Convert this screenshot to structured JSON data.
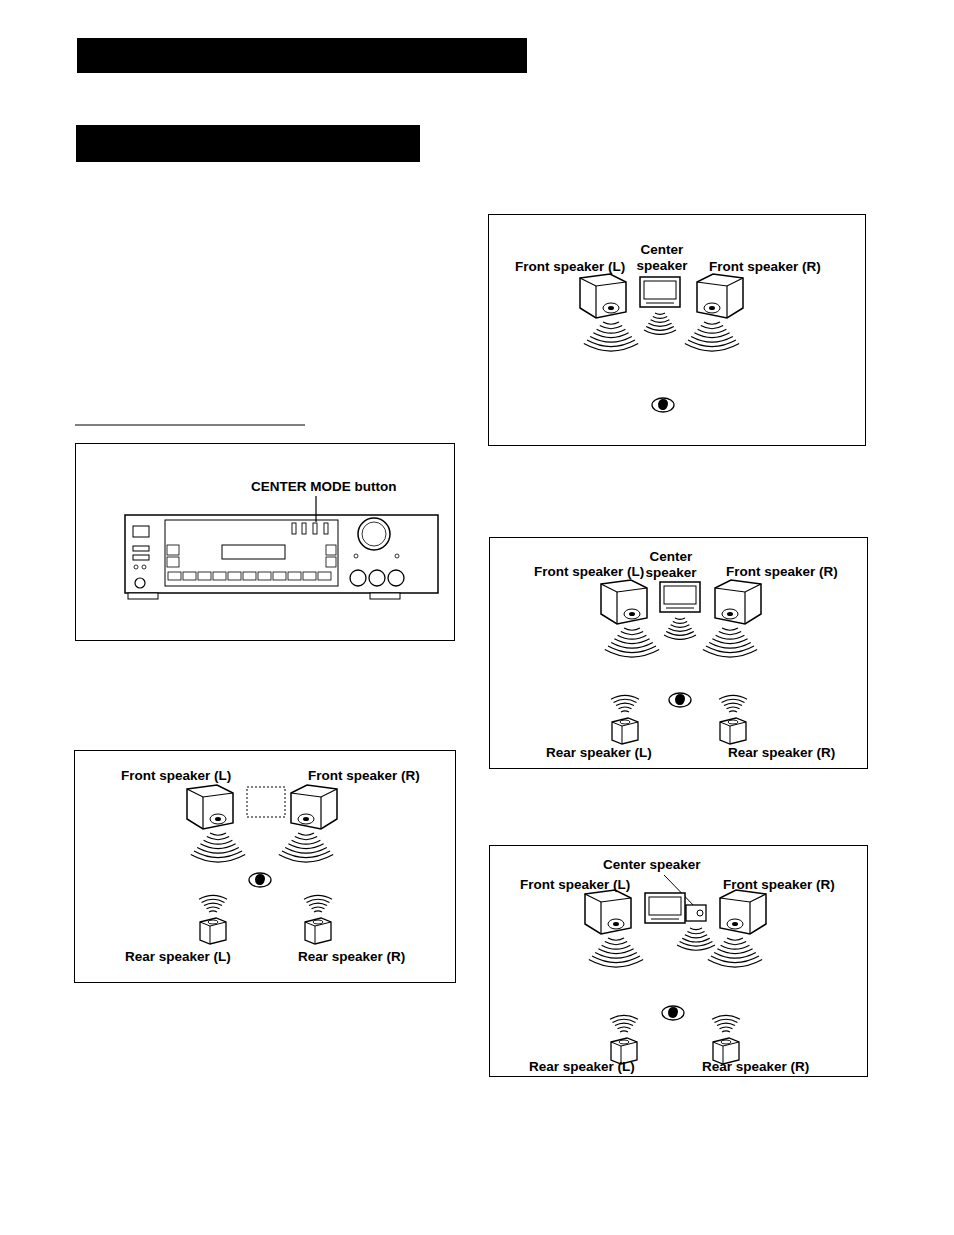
{
  "diagram": {
    "nodes": [
      {
        "text": [
          "CENTER MODE button"
        ]
      },
      {
        "text": [
          "Front speaker (L)",
          "Front speaker (R)",
          "Rear speaker (L)",
          "Rear speaker (R)"
        ]
      },
      {
        "text": [
          "Center speaker",
          "Front speaker (L)",
          "Front speaker (R)"
        ]
      },
      {
        "text": [
          "Center speaker",
          "Front speaker (L)",
          "Front speaker (R)",
          "Rear speaker (L)",
          "Rear speaker (R)"
        ]
      },
      {
        "text": [
          "Center speaker",
          "Front speaker (L)",
          "Front speaker (R)",
          "Rear speaker (L)",
          "Rear speaker (R)"
        ]
      }
    ]
  }
}
